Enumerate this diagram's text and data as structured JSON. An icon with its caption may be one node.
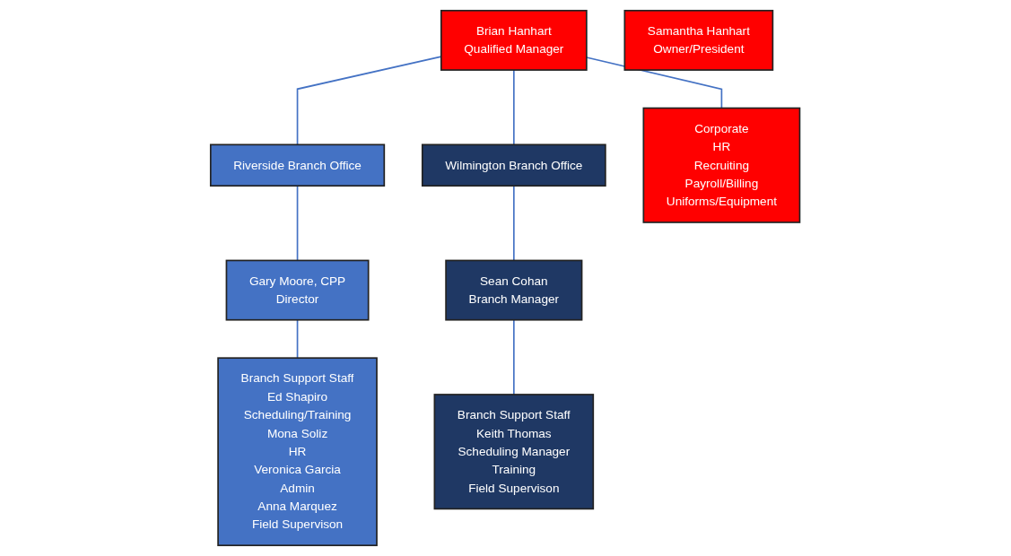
{
  "diagram": {
    "nodes": [
      {
        "text": [
          "Brian Hanhart",
          "Qualified Manager"
        ]
      },
      {
        "text": [
          "Samantha Hanhart",
          "Owner/President"
        ]
      },
      {
        "text": [
          "Riverside Branch Office"
        ]
      },
      {
        "text": [
          "Wilmington Branch Office"
        ]
      },
      {
        "text": [
          "Corporate",
          "HR",
          "Recruiting",
          "Payroll/Billing",
          "Uniforms/Equipment"
        ]
      },
      {
        "text": [
          "Gary Moore, CPP",
          "Director"
        ]
      },
      {
        "text": [
          "Sean Cohan",
          "Branch Manager"
        ]
      },
      {
        "text": [
          "Branch Support Staff",
          "Ed Shapiro",
          "Scheduling/Training",
          "Mona Soliz",
          "HR",
          "Veronica Garcia",
          "Admin",
          "Anna Marquez",
          "Field Supervison"
        ]
      },
      {
        "text": [
          "Branch Support Staff",
          "Keith Thomas",
          "Scheduling Manager",
          "Training",
          "Field Supervison"
        ]
      }
    ],
    "edges": [
      {
        "from": 0,
        "to": 2,
        "arrow": "none"
      },
      {
        "from": 0,
        "to": 3,
        "arrow": "none"
      },
      {
        "from": 0,
        "to": 4,
        "arrow": "none"
      },
      {
        "from": 2,
        "to": 5,
        "arrow": "none"
      },
      {
        "from": 3,
        "to": 6,
        "arrow": "none"
      },
      {
        "from": 5,
        "to": 7,
        "arrow": "none"
      },
      {
        "from": 6,
        "to": 8,
        "arrow": "none"
      }
    ]
  }
}
